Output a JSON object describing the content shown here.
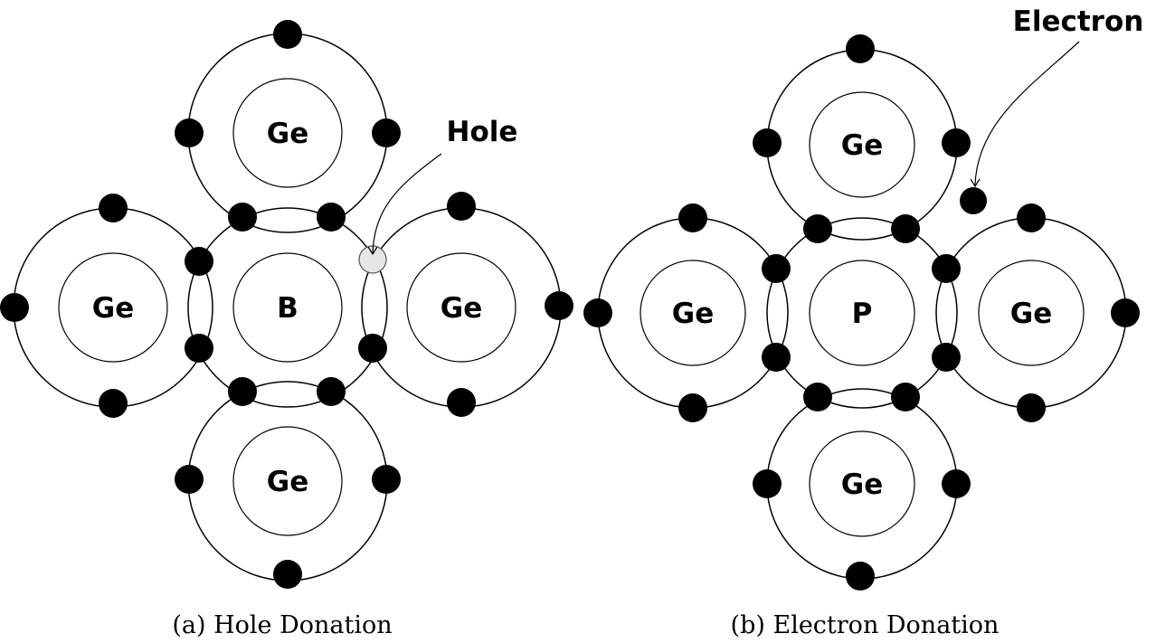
{
  "panel_a": {
    "caption": "(a) Hole Donation",
    "center_label": "B",
    "top_label": "Ge",
    "left_label": "Ge",
    "right_label": "Ge",
    "bottom_label": "Ge",
    "annotation": "Hole"
  },
  "panel_b": {
    "caption": "(b) Electron Donation",
    "center_label": "P",
    "top_label": "Ge",
    "left_label": "Ge",
    "right_label": "Ge",
    "bottom_label": "Ge",
    "annotation": "Electron"
  },
  "colors": {
    "electron": "#000000",
    "hole_fill": "#e6e6e6",
    "line": "#000000"
  }
}
